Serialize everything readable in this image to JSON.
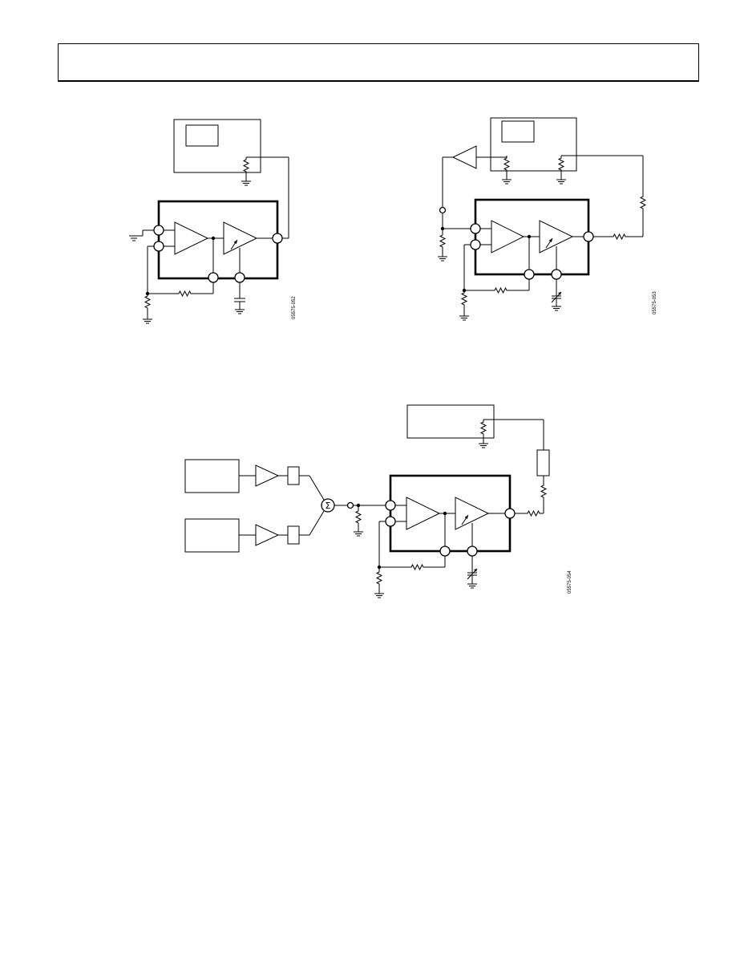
{
  "figures": [
    {
      "id": "figure-1",
      "fig_number": "05575-052"
    },
    {
      "id": "figure-2",
      "fig_number": "05575-053"
    },
    {
      "id": "figure-3",
      "fig_number": "05575-054"
    }
  ],
  "symbols": {
    "summing_junction": "Σ",
    "gain_arrow": "variable-gain-arrow-icon",
    "ground": "ground-icon",
    "resistor": "resistor-icon"
  },
  "colors": {
    "ink": "#000000",
    "paper": "#ffffff"
  }
}
